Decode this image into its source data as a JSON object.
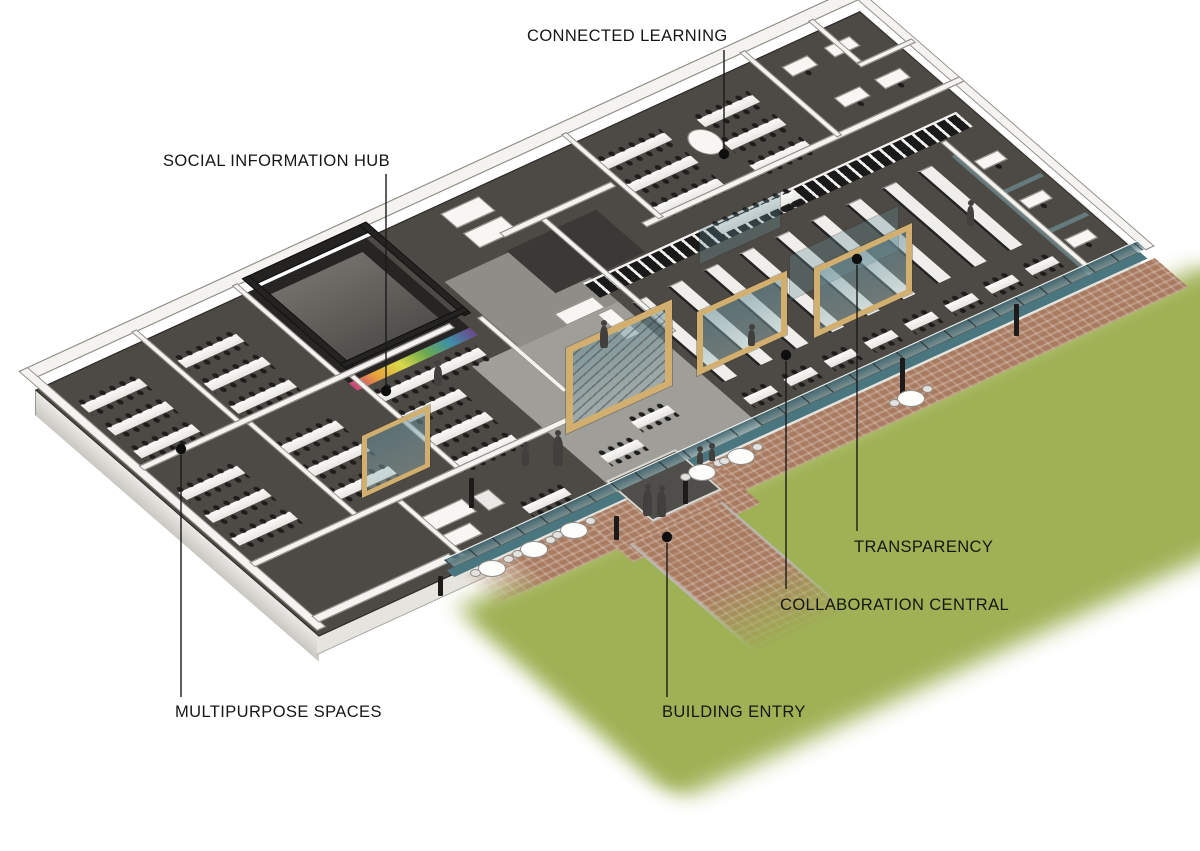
{
  "figure": {
    "kind": "axonometric-floor-plan-diagram",
    "subject": "Cutaway axonometric rendering of a single-storey library / learning commons with labelled program zones",
    "labels": [
      {
        "id": "connected-learning",
        "text": "CONNECTED LEARNING"
      },
      {
        "id": "social-information-hub",
        "text": "SOCIAL INFORMATION HUB"
      },
      {
        "id": "transparency",
        "text": "TRANSPARENCY"
      },
      {
        "id": "collaboration-central",
        "text": "COLLABORATION CENTRAL"
      },
      {
        "id": "multipurpose-spaces",
        "text": "MULTIPURPOSE SPACES"
      },
      {
        "id": "building-entry",
        "text": "BUILDING ENTRY"
      }
    ],
    "colors": {
      "lawn": "#9aad4c",
      "brick": "#a87a5f",
      "carpet": "#4d4a45",
      "wall": "#f4f3f0",
      "wood": "#d2af6e",
      "glass": "#49767f",
      "ink": "#1a1a1a",
      "mural": [
        "#c8447c",
        "#e8a33c",
        "#d8d84a",
        "#6faa4e",
        "#3e8fa8",
        "#6a4a8c"
      ]
    }
  }
}
